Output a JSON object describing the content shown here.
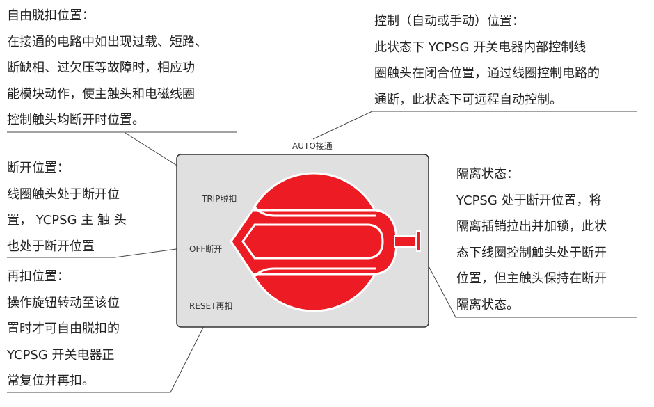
{
  "colors": {
    "knob_red": "#ed1c24",
    "panel_gray": "#e0e0e0",
    "line": "#444444"
  },
  "blocks": {
    "trip": {
      "title": "自由脱扣位置：",
      "lines": [
        "在接通的电路中如出现过载、短路、",
        "断缺相、过欠压等故障时，相应功",
        "能模块动作，使主触头和电磁线圈",
        "控制触头均断开时位置。"
      ]
    },
    "auto": {
      "title": "控制（自动或手动）位置：",
      "lines": [
        "此状态下  YCPSG  开关电器内部控制线",
        "圈触头在闭合位置，通过线圈控制电路的",
        "通断，此状态下可远程自动控制。"
      ]
    },
    "off": {
      "title": "断开位置：",
      "lines": [
        "线圈触头处于断开位",
        "置， YCPSG  主 触 头",
        "也处于断开位置"
      ]
    },
    "reset": {
      "title": "再扣位置：",
      "lines": [
        "操作旋钮转动至该位",
        "置时才可自由脱扣的",
        " YCPSG  开关电器正",
        "常复位并再扣。"
      ]
    },
    "isolate": {
      "title": "隔离状态：",
      "lines": [
        " YCPSG  处于断开位置，将",
        "隔离插销拉出并加锁，此状",
        "态下线圈控制触头处于断开",
        "位置，但主触头保持在断开",
        "隔离状态。"
      ]
    }
  },
  "dial_labels": {
    "auto": "AUTO接通",
    "trip": "TRIP脱扣",
    "off": "OFF断开",
    "reset": "RESET再扣"
  }
}
